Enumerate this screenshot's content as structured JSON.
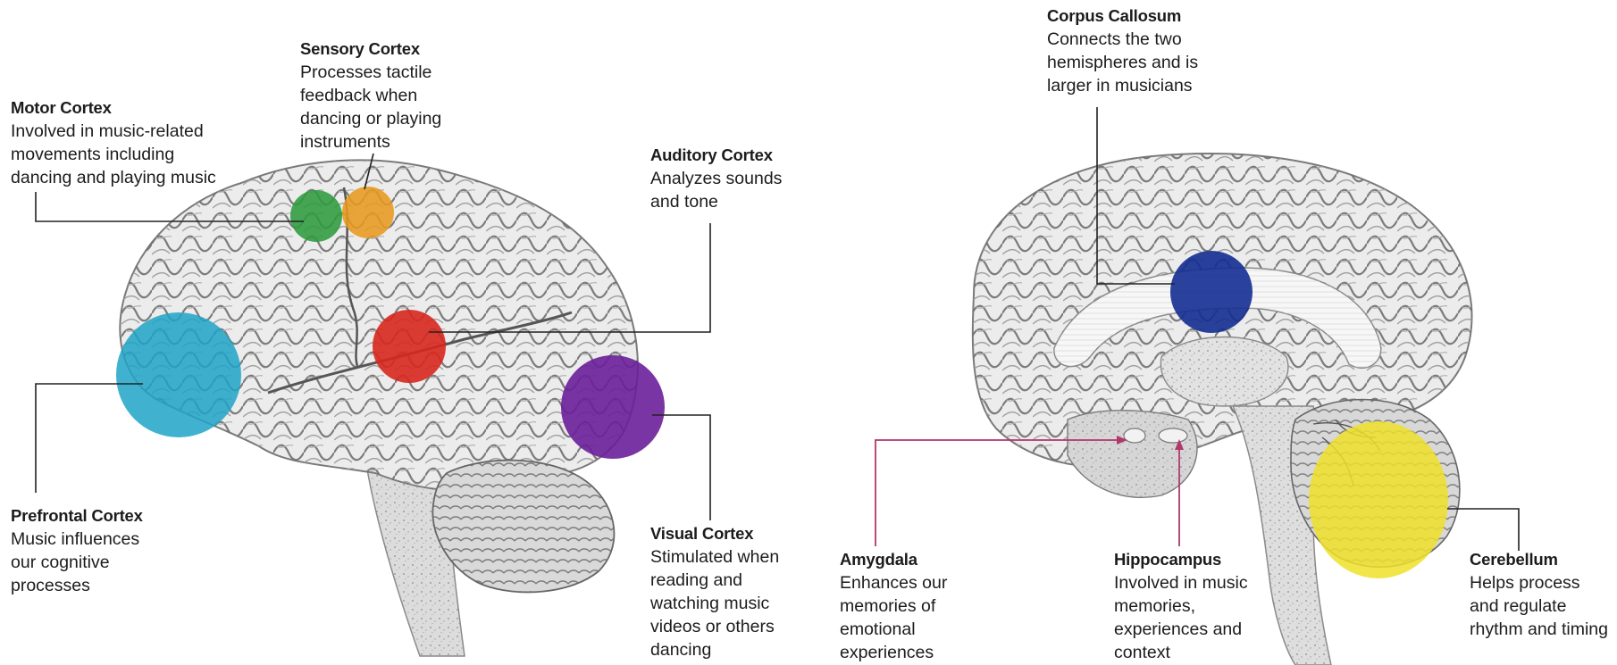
{
  "colors": {
    "motor": "#2e9b3e",
    "sensory": "#e79a1f",
    "prefrontal": "#1ea4c8",
    "auditory": "#d7281e",
    "visual": "#6a1f9a",
    "corpus_callosum": "#142d92",
    "cerebellum": "#eee02a",
    "amygdala_line": "#b0386a",
    "hippocampus_line": "#b0386a",
    "leader_line": "#222222"
  },
  "lateral_view": {
    "regions": [
      {
        "id": "motor",
        "title": "Motor Cortex",
        "description": "Involved in music-related movements including dancing and playing music"
      },
      {
        "id": "sensory",
        "title": "Sensory Cortex",
        "description": "Processes tactile feedback when dancing or playing instruments"
      },
      {
        "id": "auditory",
        "title": "Auditory Cortex",
        "description": "Analyzes sounds and tone"
      },
      {
        "id": "prefrontal",
        "title": "Prefrontal Cortex",
        "description": "Music influences our cognitive processes"
      },
      {
        "id": "visual",
        "title": "Visual Cortex",
        "description": "Stimulated when reading and watching music videos or others dancing"
      }
    ]
  },
  "medial_view": {
    "regions": [
      {
        "id": "corpus_callosum",
        "title": "Corpus Callosum",
        "description": "Connects the two hemispheres and is larger in musicians"
      },
      {
        "id": "amygdala",
        "title": "Amygdala",
        "description": "Enhances our memories of emotional experiences"
      },
      {
        "id": "hippocampus",
        "title": "Hippocampus",
        "description": "Involved in music memories, experiences and context"
      },
      {
        "id": "cerebellum",
        "title": "Cerebellum",
        "description": "Helps process and regulate rhythm and timing"
      }
    ]
  }
}
